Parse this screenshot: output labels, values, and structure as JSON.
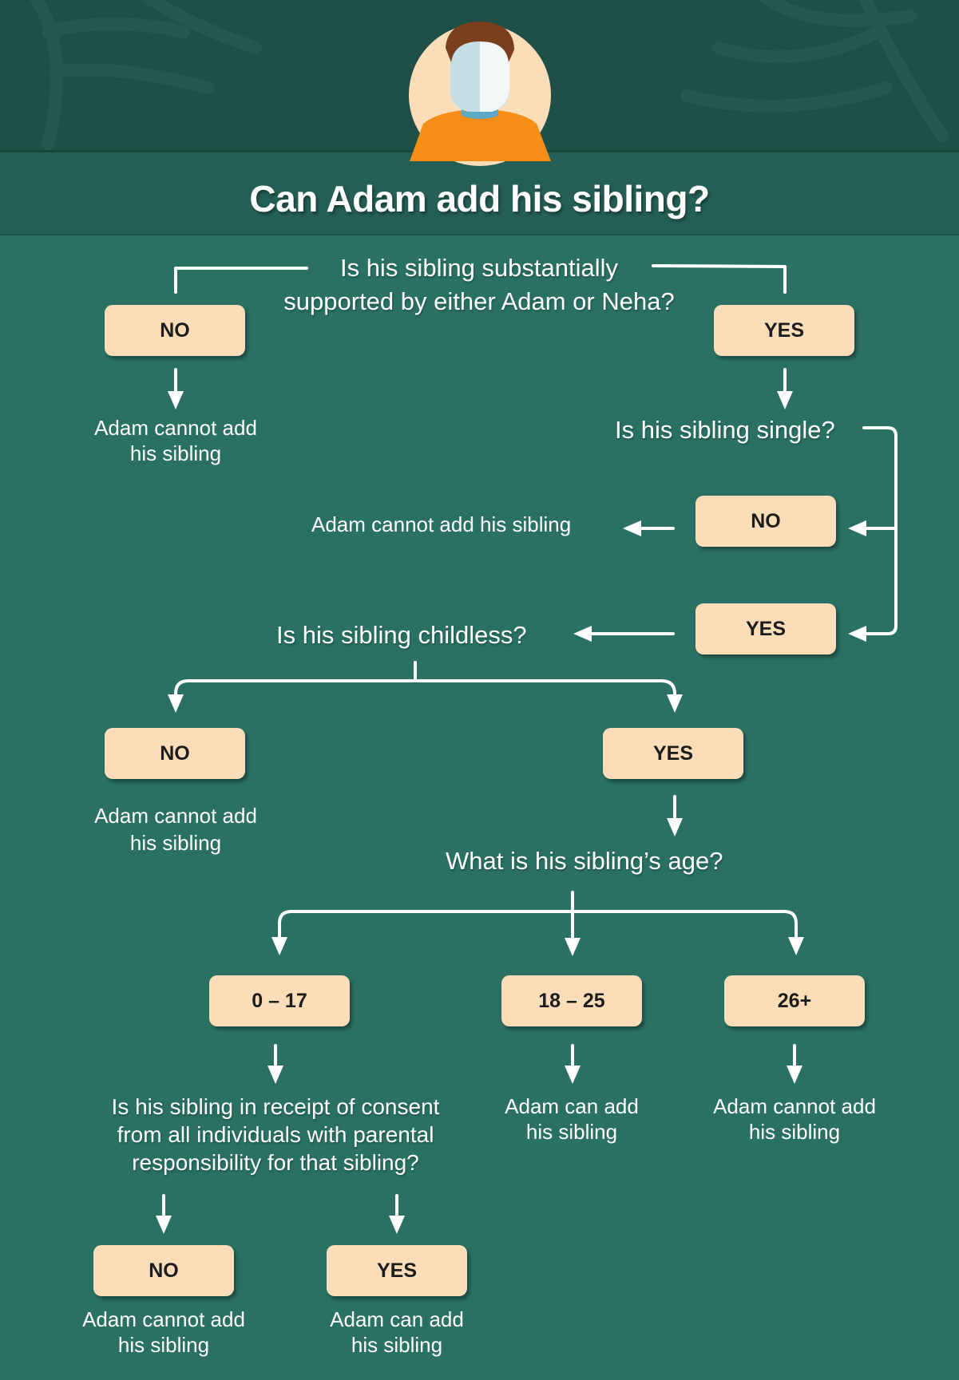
{
  "title": "Can Adam add his sibling?",
  "colors": {
    "background": "#2a7164",
    "header": "#1f4f47",
    "box": "#fcddb9",
    "avatar_shirt": "#f68d16",
    "avatar_hair": "#7a3f1d"
  },
  "icons": [
    "person-avatar-icon",
    "leaf-pattern"
  ],
  "q1": {
    "line1": "Is his sibling substantially",
    "line2": "supported by either Adam or Neha?"
  },
  "q1_no": "NO",
  "q1_yes": "YES",
  "r1_no": {
    "line1": "Adam cannot add",
    "line2": "his sibling"
  },
  "q2": "Is his sibling single?",
  "q2_no": "NO",
  "q2_yes": "YES",
  "r2_no": "Adam cannot add his sibling",
  "q3": "Is his sibling childless?",
  "q3_no": "NO",
  "q3_yes": "YES",
  "r3_no": {
    "line1": "Adam cannot add",
    "line2": "his sibling"
  },
  "q4": "What is his sibling’s age?",
  "age1": "0 – 17",
  "age2": "18 – 25",
  "age3": "26+",
  "r_age2": {
    "line1": "Adam can add",
    "line2": "his sibling"
  },
  "r_age3": {
    "line1": "Adam cannot add",
    "line2": "his sibling"
  },
  "q5": {
    "line1": "Is his sibling in receipt of consent",
    "line2": "from all individuals with parental",
    "line3": "responsibility for that sibling?"
  },
  "q5_no": "NO",
  "q5_yes": "YES",
  "r5_no": {
    "line1": "Adam cannot add",
    "line2": "his sibling"
  },
  "r5_yes": {
    "line1": "Adam can add",
    "line2": "his sibling"
  }
}
